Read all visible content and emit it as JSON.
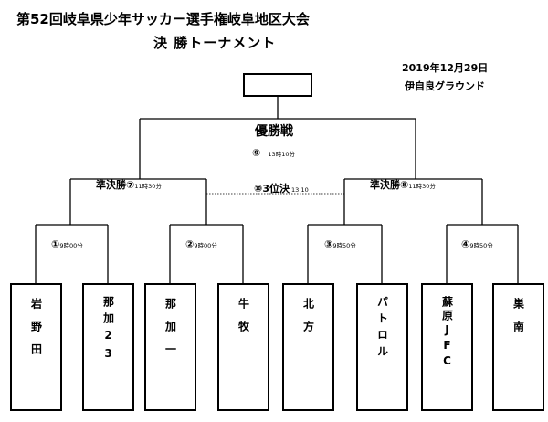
{
  "header": {
    "title_line1": "第52回岐阜県少年サッカー選手権岐阜地区大会",
    "title_line2": "決 勝トーナメント",
    "date": "2019年12月29日",
    "venue": "伊自良グラウンド"
  },
  "final": {
    "label": "優勝戦",
    "match_no": "⑨",
    "time": "13時10分"
  },
  "third_place": {
    "match_no": "⑩",
    "label": "3位決",
    "time": "13:10"
  },
  "semifinals": [
    {
      "label": "準決勝",
      "match_no": "⑦",
      "time": "11時30分"
    },
    {
      "label": "準決勝",
      "match_no": "⑧",
      "time": "11時30分"
    }
  ],
  "first_round": [
    {
      "match_no": "①",
      "time": "9時00分"
    },
    {
      "match_no": "②",
      "time": "9時00分"
    },
    {
      "match_no": "③",
      "time": "9時50分"
    },
    {
      "match_no": "④",
      "time": "9時50分"
    }
  ],
  "teams": [
    {
      "name": "岩野田"
    },
    {
      "name": "那加23"
    },
    {
      "name": "那加一"
    },
    {
      "name": "牛牧"
    },
    {
      "name": "北方"
    },
    {
      "name": "パトロル"
    },
    {
      "name": "蘇原JFC"
    },
    {
      "name": "巣南"
    }
  ]
}
